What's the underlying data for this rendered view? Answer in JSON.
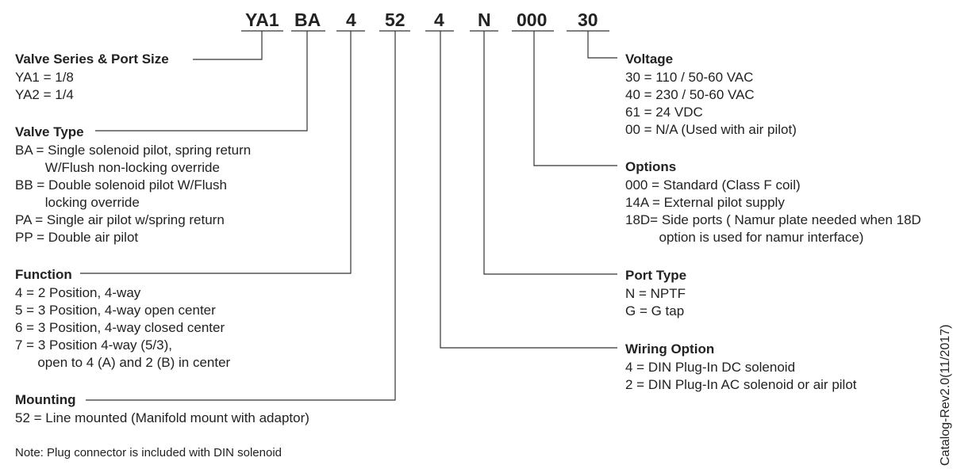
{
  "codes": [
    "YA1",
    "BA",
    "4",
    "52",
    "4",
    "N",
    "000",
    "30"
  ],
  "sections": {
    "valve_series": {
      "title": "Valve Series & Port Size",
      "lines": [
        "YA1 = 1/8",
        "YA2 = 1/4"
      ]
    },
    "valve_type": {
      "title": "Valve Type",
      "lines": [
        "BA = Single solenoid pilot, spring return",
        "        W/Flush non-locking override",
        "BB = Double solenoid pilot W/Flush",
        "        locking override",
        "PA = Single air pilot w/spring return",
        "PP = Double air pilot"
      ]
    },
    "function": {
      "title": "Function",
      "lines": [
        "4 = 2 Position, 4-way",
        "5 = 3 Position, 4-way open center",
        "6 = 3 Position, 4-way closed center",
        "7 = 3 Position 4-way (5/3),",
        "      open to 4 (A) and 2 (B) in center"
      ]
    },
    "mounting": {
      "title": "Mounting",
      "lines": [
        "52 = Line mounted (Manifold mount with adaptor)"
      ]
    },
    "voltage": {
      "title": "Voltage",
      "lines": [
        "30 = 110 / 50-60 VAC",
        "40 = 230 / 50-60 VAC",
        "61 = 24 VDC",
        "00 = N/A (Used with air pilot)"
      ]
    },
    "options": {
      "title": "Options",
      "lines": [
        "000 = Standard (Class F coil)",
        "14A = External pilot supply",
        "18D= Side ports ( Namur plate needed when 18D",
        "         option is used for namur interface)"
      ]
    },
    "port_type": {
      "title": "Port Type",
      "lines": [
        "N = NPTF",
        "G = G tap"
      ]
    },
    "wiring_option": {
      "title": "Wiring Option",
      "lines": [
        "4 = DIN Plug-In DC solenoid",
        "2 = DIN Plug-In AC solenoid or air pilot"
      ]
    }
  },
  "note": "Note: Plug connector is included with DIN solenoid",
  "catalog_label": "Catalog-Rev2.0(11/2017)"
}
